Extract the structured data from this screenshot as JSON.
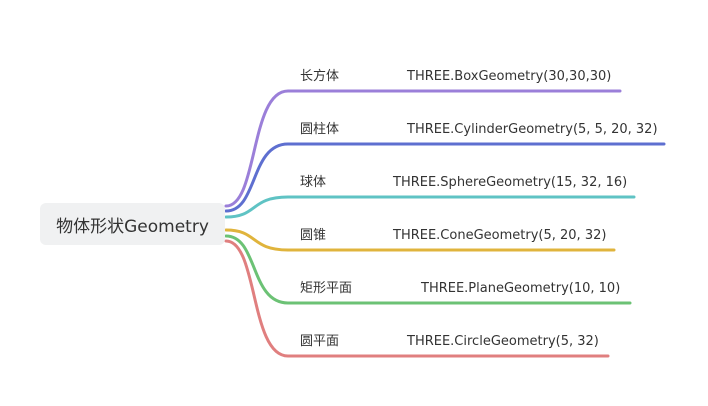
{
  "root": {
    "label": "物体形状Geometry"
  },
  "branches": [
    {
      "shape": "长方体",
      "code": "THREE.BoxGeometry(30,30,30)",
      "color": "#9b7fd9"
    },
    {
      "shape": "圆柱体",
      "code": "THREE.CylinderGeometry(5, 5, 20, 32)",
      "color": "#5e6fd0"
    },
    {
      "shape": "球体",
      "code": "THREE.SphereGeometry(15, 32, 16)",
      "color": "#5fc3c4"
    },
    {
      "shape": "圆锥",
      "code": "THREE.ConeGeometry(5, 20, 32)",
      "color": "#e0b43c"
    },
    {
      "shape": "矩形平面",
      "code": "THREE.PlaneGeometry(10, 10)",
      "color": "#6cc275"
    },
    {
      "shape": "圆平面",
      "code": "THREE.CircleGeometry(5, 32)",
      "color": "#e07f7f"
    }
  ]
}
